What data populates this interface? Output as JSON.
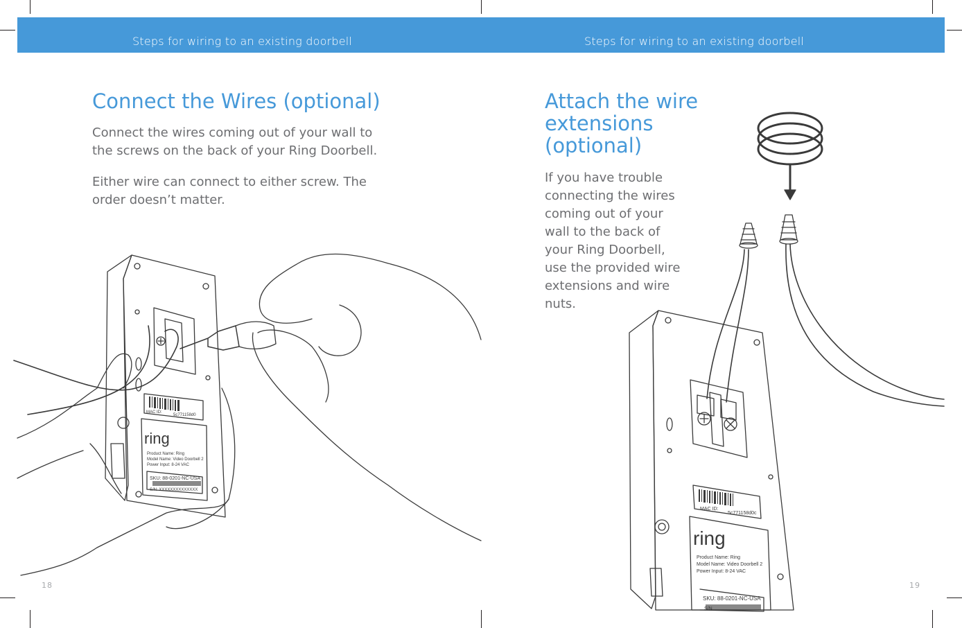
{
  "colors": {
    "accent": "#4699d9",
    "text": "#6d6e71",
    "line": "#3a3a3a"
  },
  "left_page": {
    "banner": "Steps for wiring to an existing doorbell",
    "heading": "Connect the Wires (optional)",
    "paragraph1_line1": "Connect the wires coming out of your wall to",
    "paragraph1_line2": "the screws on the back of your Ring Doorbell.",
    "paragraph2_line1": "Either wire can connect to either screw. The",
    "paragraph2_line2": "order doesn’t matter.",
    "page_number": "18",
    "label": {
      "mac": "MAC ID:",
      "mac_value": "5c771158d0",
      "brand": "ring",
      "product": "Product Name: Ring",
      "model": "Model Name: Video Doorbell 2",
      "power": "Power Input: 8-24 VAC",
      "sku": "SKU: 88-0201-NC-USA",
      "serial": "S/N: XXXXXXXXXXXXXX"
    }
  },
  "right_page": {
    "banner": "Steps for wiring to an existing doorbell",
    "heading_line1": "Attach the wire",
    "heading_line2": "extensions",
    "heading_line3": "(optional)",
    "body_lines": [
      "If you have trouble",
      "connecting the wires",
      "coming out of your",
      "wall to the back of",
      "your Ring Doorbell,",
      "use the provided wire",
      "extensions and wire",
      "nuts."
    ],
    "page_number": "19",
    "label": {
      "mac": "MAC ID:",
      "mac_value": "5c771158d0c",
      "brand": "ring",
      "product": "Product Name: Ring",
      "model": "Model Name: Video Doorbell 2",
      "power": "Power Input: 8-24 VAC",
      "sku": "SKU: 88-0201-NC-USA",
      "serial": "S/N"
    }
  }
}
